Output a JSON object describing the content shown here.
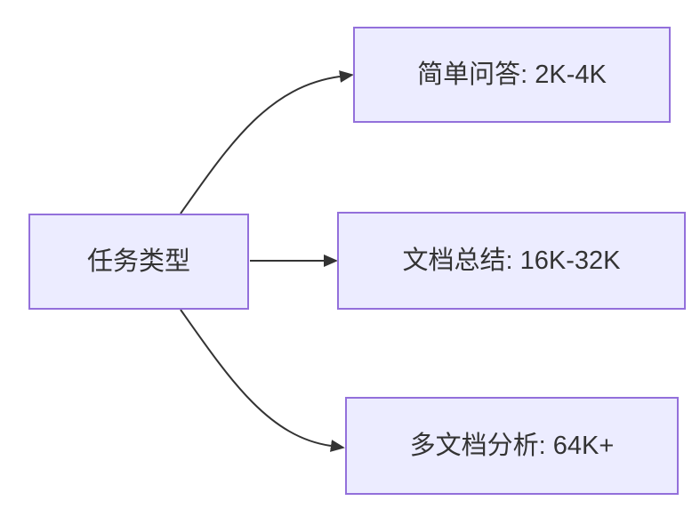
{
  "diagram_type": "flowchart-left-to-right",
  "nodes": {
    "root": {
      "label": "任务类型"
    },
    "branches": [
      {
        "label": "简单问答: 2K-4K"
      },
      {
        "label": "文档总结: 16K-32K"
      },
      {
        "label": "多文档分析: 64K+"
      }
    ]
  },
  "edges": [
    {
      "from": "任务类型",
      "to": "简单问答: 2K-4K",
      "style": "curved-up"
    },
    {
      "from": "任务类型",
      "to": "文档总结: 16K-32K",
      "style": "straight"
    },
    {
      "from": "任务类型",
      "to": "多文档分析: 64K+",
      "style": "curved-down"
    }
  ],
  "colors": {
    "canvas_bg": "#FFFFFF",
    "node_fill": "#ECECFF",
    "node_border": "#9370DB",
    "edge_stroke": "#333333",
    "label_text": "#333333"
  }
}
